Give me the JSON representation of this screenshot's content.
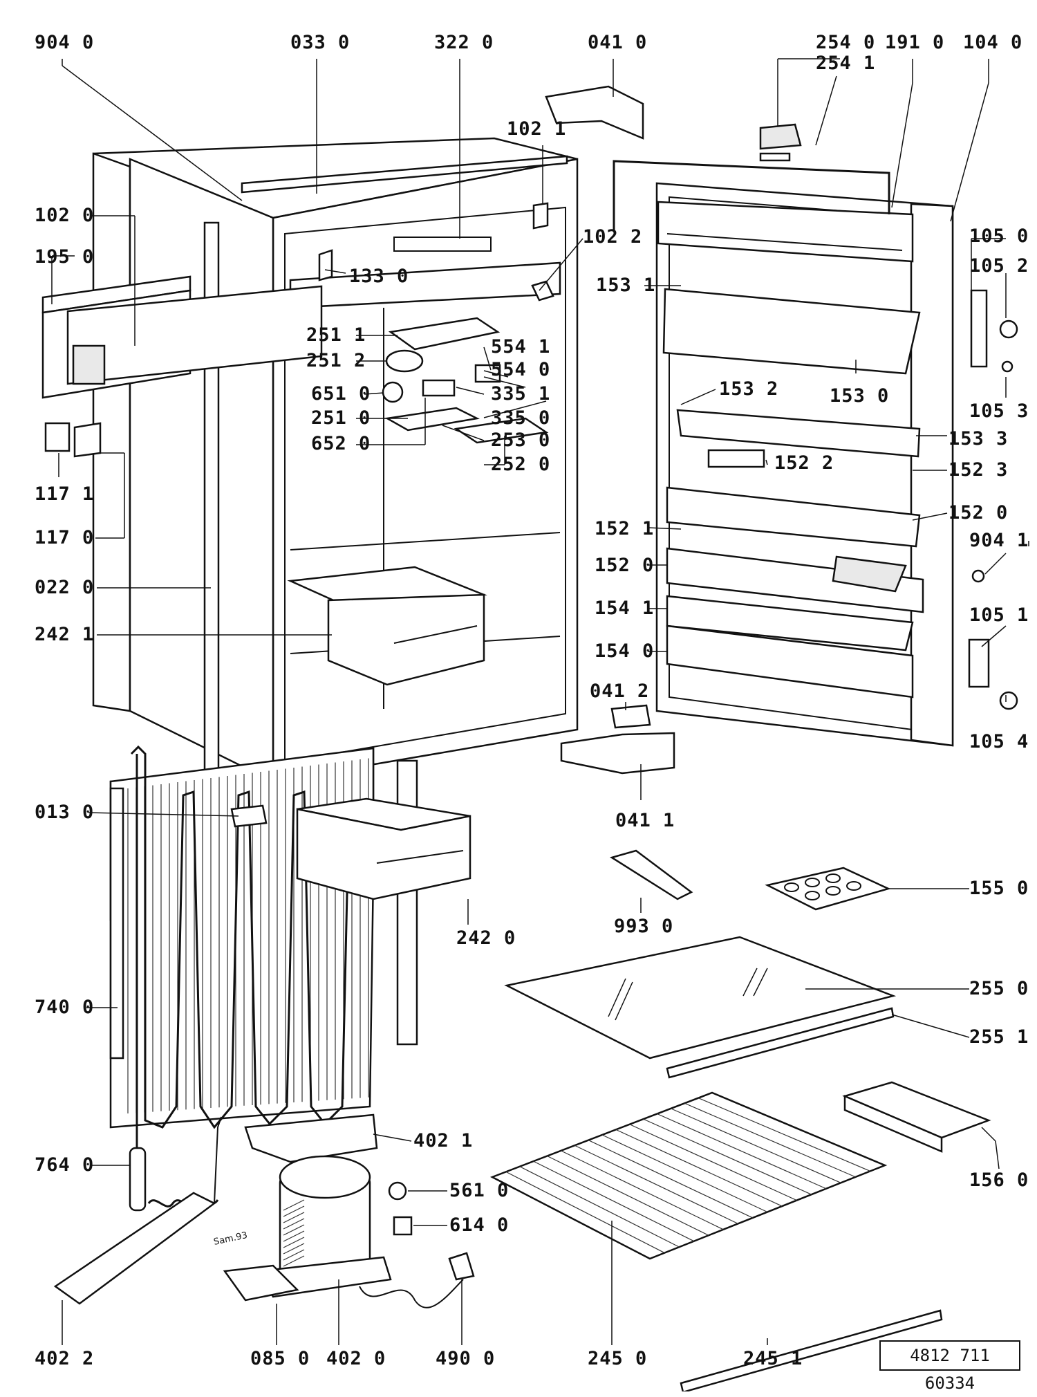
{
  "labels": {
    "l9040": "904 0",
    "l0330": "033 0",
    "l3220": "322 0",
    "l0410": "041 0",
    "l2540": "254 0",
    "l2541": "254 1",
    "l1910": "191 0",
    "l1040": "104 0",
    "l1021": "102 1",
    "l1020": "102 0",
    "l1022": "102 2",
    "l1950": "195 0",
    "l1330": "133 0",
    "l1531": "153 1",
    "l1050": "105 0",
    "l1052": "105 2",
    "l2511": "251 1",
    "l5541": "554 1",
    "l2512": "251 2",
    "l5540": "554 0",
    "l6510": "651 0",
    "l3351": "335 1",
    "l1532": "153 2",
    "l1530": "153 0",
    "l2510": "251 0",
    "l3350": "335 0",
    "l1053": "105 3",
    "l6520": "652 0",
    "l2530": "253 0",
    "l1533": "153 3",
    "l2520": "252 0",
    "l1522": "152 2",
    "l1523": "152 3",
    "l1171": "117 1",
    "l1520a": "152 0",
    "l1170": "117 0",
    "l1521": "152 1",
    "l9041": "904 1",
    "l1520b": "152 0",
    "l0220": "022 0",
    "l1541": "154 1",
    "l1051": "105 1",
    "l2421": "242 1",
    "l1540": "154 0",
    "l0412": "041 2",
    "l1054": "105 4",
    "l0411": "041 1",
    "l0130": "013 0",
    "l1550": "155 0",
    "l9930": "993 0",
    "l2420": "242 0",
    "l2550": "255 0",
    "l7400": "740 0",
    "l2551": "255 1",
    "l4021": "402 1",
    "l7640": "764 0",
    "l1560": "156 0",
    "l5610": "561 0",
    "l6140": "614 0",
    "l4022": "402 2",
    "l0850": "085 0",
    "l4020": "402 0",
    "l4900": "490 0",
    "l2450": "245 0",
    "l2451": "245 1"
  },
  "document_number": "4812 711 60334",
  "stamp": "Sam.93"
}
